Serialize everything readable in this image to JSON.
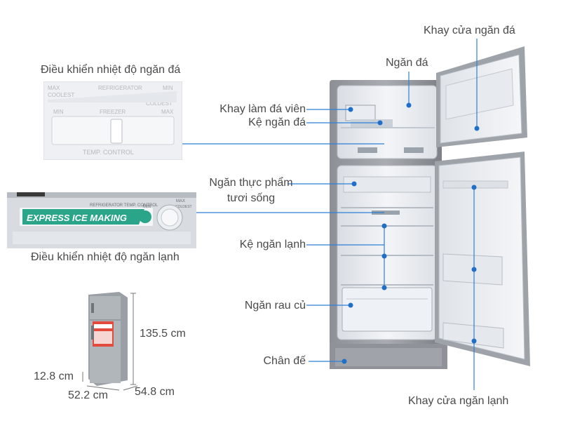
{
  "labels": {
    "freezer_control": "Điều khiển nhiệt độ ngăn đá",
    "freezer_door_tray": "Khay cửa ngăn đá",
    "freezer_compartment": "Ngăn đá",
    "ice_tray": "Khay làm đá viên",
    "freezer_shelf": "Kệ ngăn đá",
    "fresh_food_line1": "Ngăn thực phẩm",
    "fresh_food_line2": "tươi sống",
    "fridge_control": "Điều khiển nhiệt độ ngăn lạnh",
    "fridge_shelf": "Kệ ngăn lạnh",
    "vegetable_drawer": "Ngăn rau củ",
    "base": "Chân đế",
    "fridge_door_tray": "Khay cửa ngăn lạnh"
  },
  "dimensions": {
    "height": "135.5 cm",
    "depth_small": "12.8 cm",
    "width": "52.2 cm",
    "depth": "54.8 cm"
  },
  "freezer_panel": {
    "max_top": "MAX",
    "coolest": "COOLEST",
    "refrigerator": "REFRIGERATOR",
    "min_top": "MIN",
    "coldest": "COLDEST",
    "min_bottom": "MIN",
    "freezer": "FREEZER",
    "max_bottom": "MAX",
    "temp_control": "TEMP. CONTROL"
  },
  "fridge_panel": {
    "express": "EXPRESS ICE MAKING",
    "header": "REFRIGERATOR TEMP. CONTROL",
    "min": "MIN",
    "max": "MAX",
    "coldest": "COLDEST"
  },
  "colors": {
    "leader_line": "#2f7fd6",
    "dot": "#1f6fc9",
    "label_text": "#4a4a4a",
    "express_green": "#2aa58a"
  }
}
